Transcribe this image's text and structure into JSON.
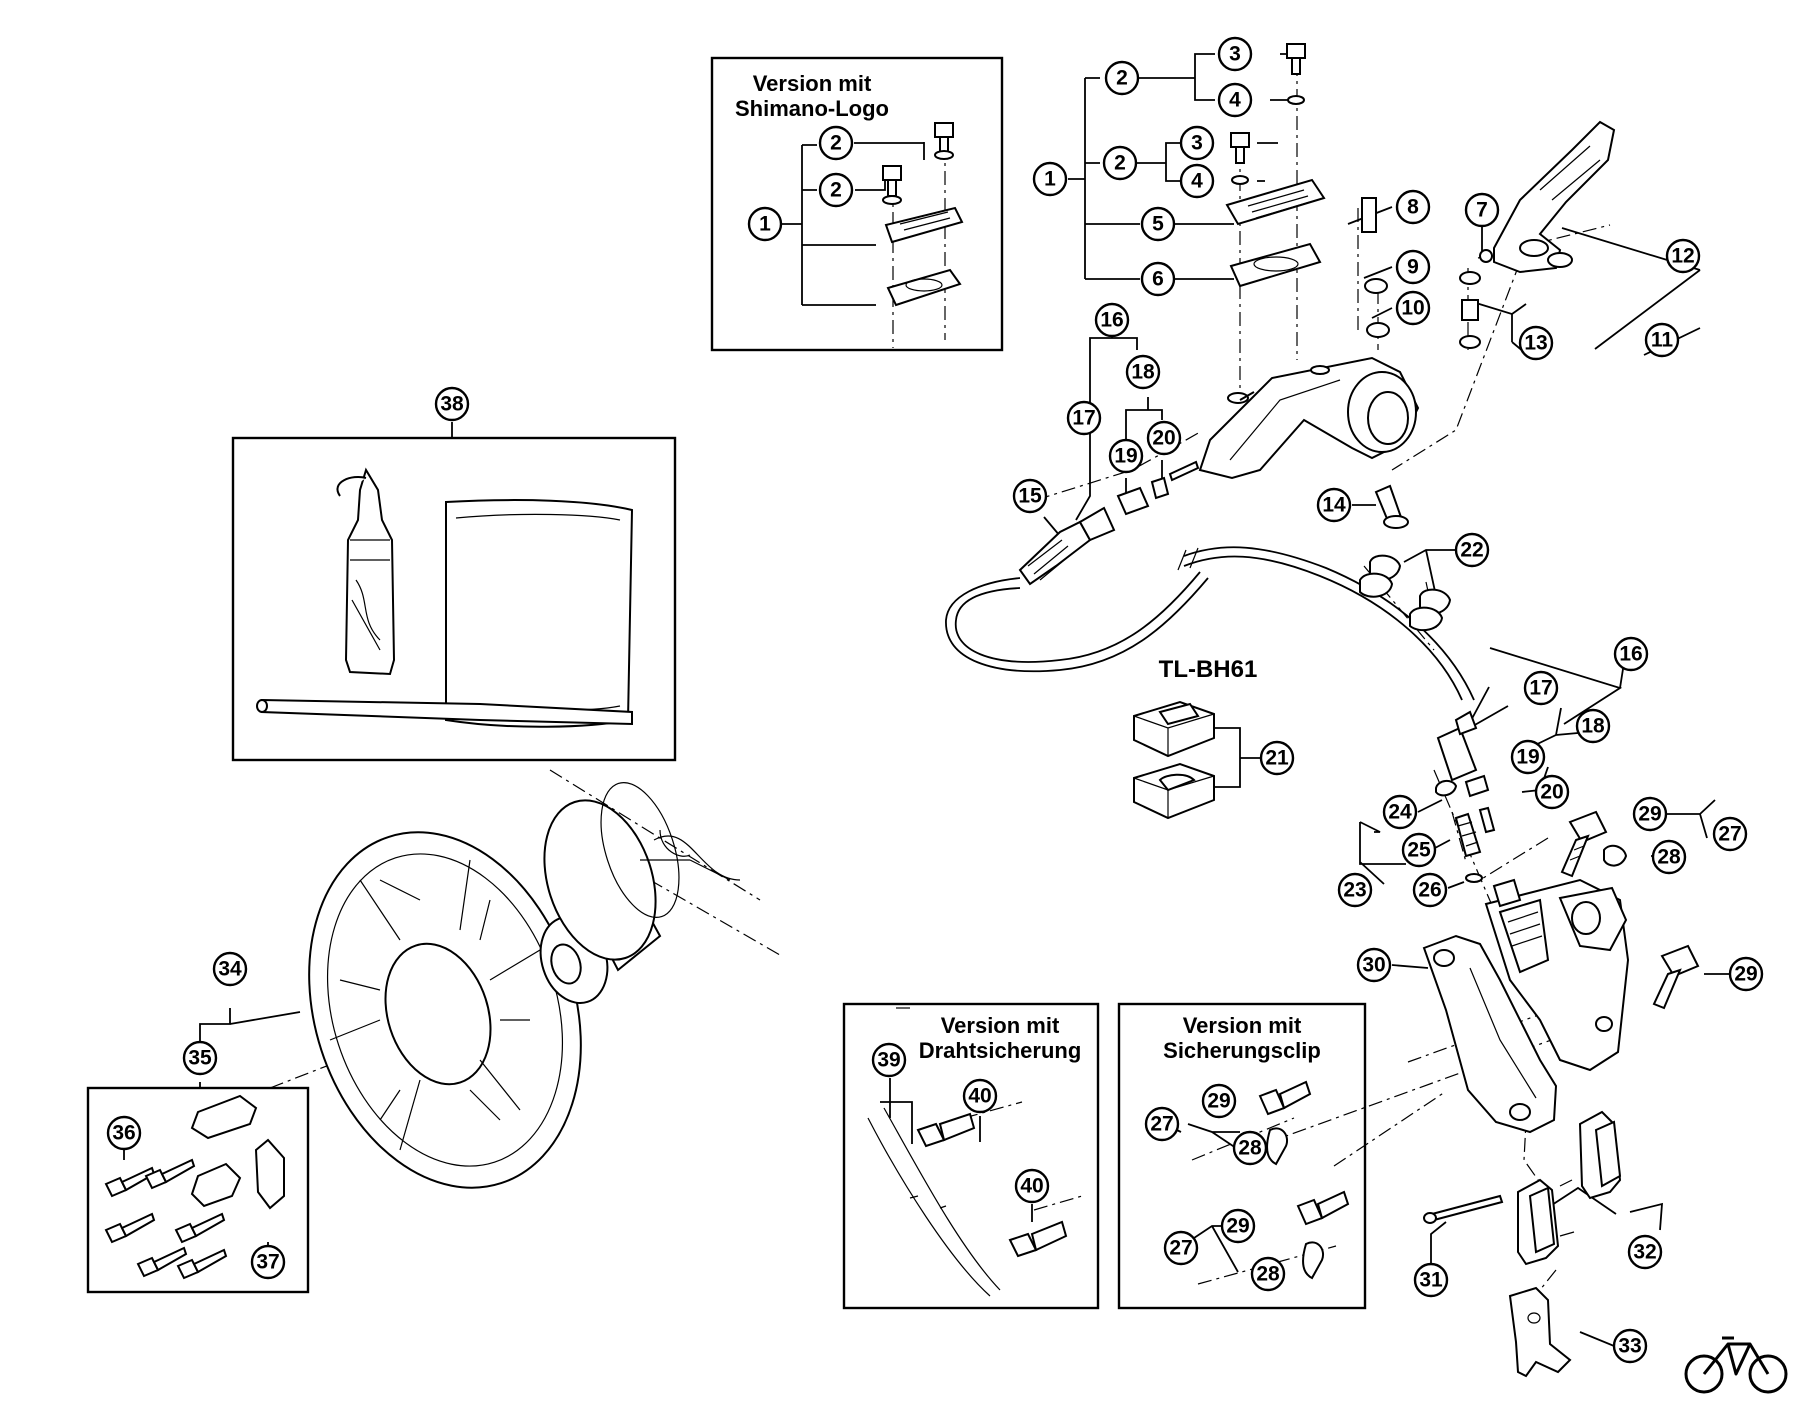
{
  "inset_labels": {
    "shimano_logo_l1": "Version mit",
    "shimano_logo_l2": "Shimano-Logo",
    "tool_name": "TL-BH61",
    "wire_l1": "Version mit",
    "wire_l2": "Drahtsicherung",
    "clip_l1": "Version mit",
    "clip_l2": "Sicherungsclip"
  },
  "callouts": {
    "n1": "1",
    "n2": "2",
    "n3": "3",
    "n4": "4",
    "n5": "5",
    "n6": "6",
    "n7": "7",
    "n8": "8",
    "n9": "9",
    "n10": "10",
    "n11": "11",
    "n12": "12",
    "n13": "13",
    "n14": "14",
    "n15": "15",
    "n16": "16",
    "n17": "17",
    "n18": "18",
    "n19": "19",
    "n20": "20",
    "n21": "21",
    "n22": "22",
    "n23": "23",
    "n24": "24",
    "n25": "25",
    "n26": "26",
    "n27": "27",
    "n28": "28",
    "n29": "29",
    "n30": "30",
    "n31": "31",
    "n32": "32",
    "n33": "33",
    "n34": "34",
    "n35": "35",
    "n36": "36",
    "n37": "37",
    "n38": "38",
    "n39": "39",
    "n40": "40"
  },
  "logo_icon": "bicycle-icon"
}
